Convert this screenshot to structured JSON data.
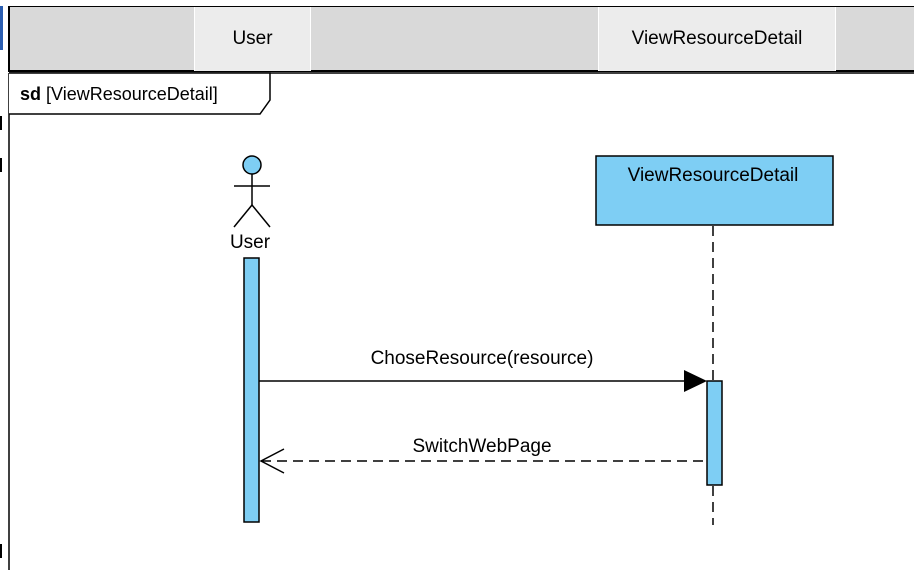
{
  "header": {
    "lanes": [
      "User",
      "ViewResourceDetail"
    ]
  },
  "frame": {
    "keyword": "sd",
    "name": "[ViewResourceDetail]"
  },
  "actor": {
    "name": "User",
    "icon": "stick-figure-icon"
  },
  "lifeline_object": {
    "name": "ViewResourceDetail"
  },
  "messages": [
    {
      "label": "ChoseResource(resource)",
      "kind": "synchronous",
      "from": "User",
      "to": "ViewResourceDetail"
    },
    {
      "label": "SwitchWebPage",
      "kind": "return",
      "from": "ViewResourceDetail",
      "to": "User"
    }
  ],
  "colors": {
    "element_fill": "#7ecef4",
    "header_bg": "#d9d9d9",
    "header_cell_bg": "#ececec",
    "line": "#000000"
  }
}
